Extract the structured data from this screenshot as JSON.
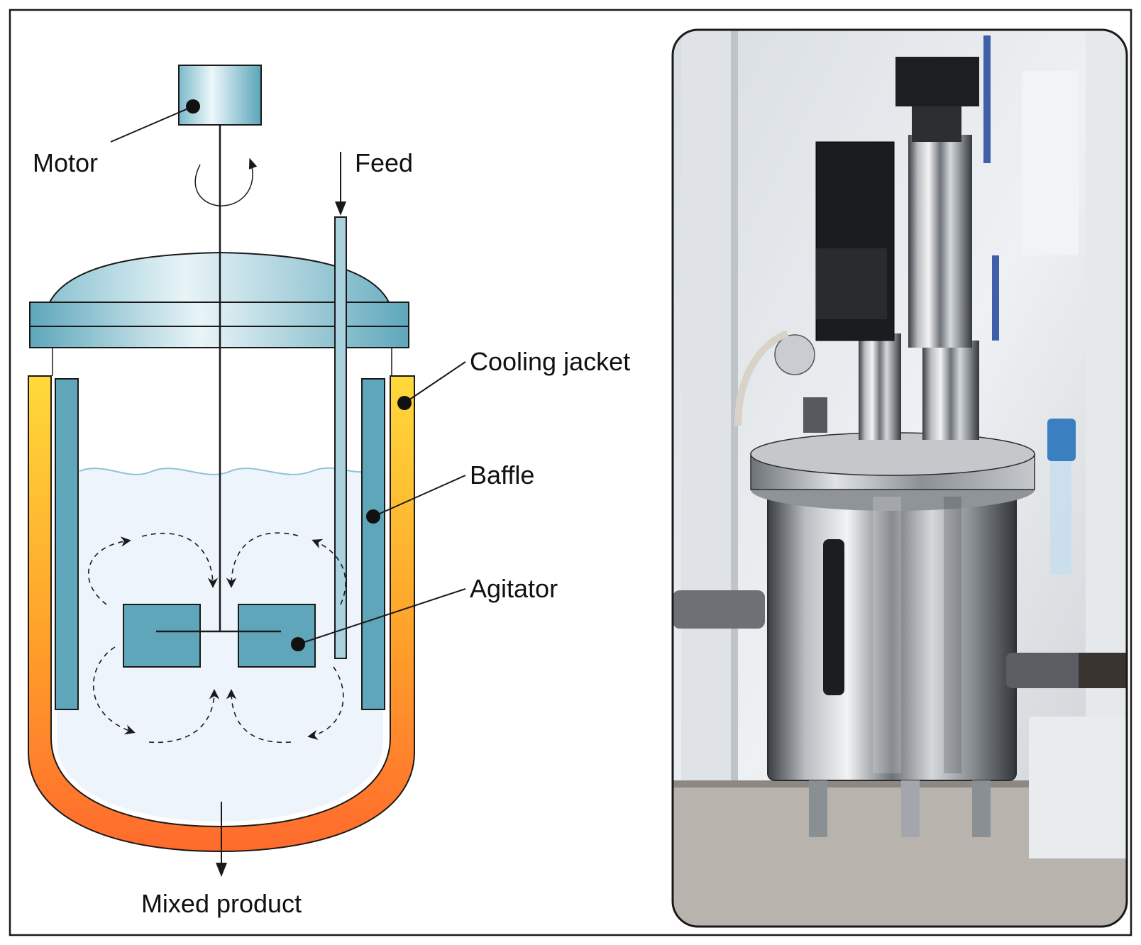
{
  "labels": {
    "motor": "Motor",
    "feed": "Feed",
    "cooling_jacket": "Cooling jacket",
    "baffle": "Baffle",
    "agitator": "Agitator",
    "mixed_product": "Mixed product"
  },
  "colors": {
    "vessel_teal": "#7fb6c6",
    "vessel_teal_dark": "#4f9fb4",
    "jacket_yellow": "#ffd23a",
    "jacket_orange": "#ff6d2e",
    "liquid": "#eef4fb",
    "liquid_surface": "#8ec3d6",
    "outline": "#1a1a1a"
  },
  "photo": {
    "subject": "stainless-steel-stirred-tank-bioreactor"
  }
}
